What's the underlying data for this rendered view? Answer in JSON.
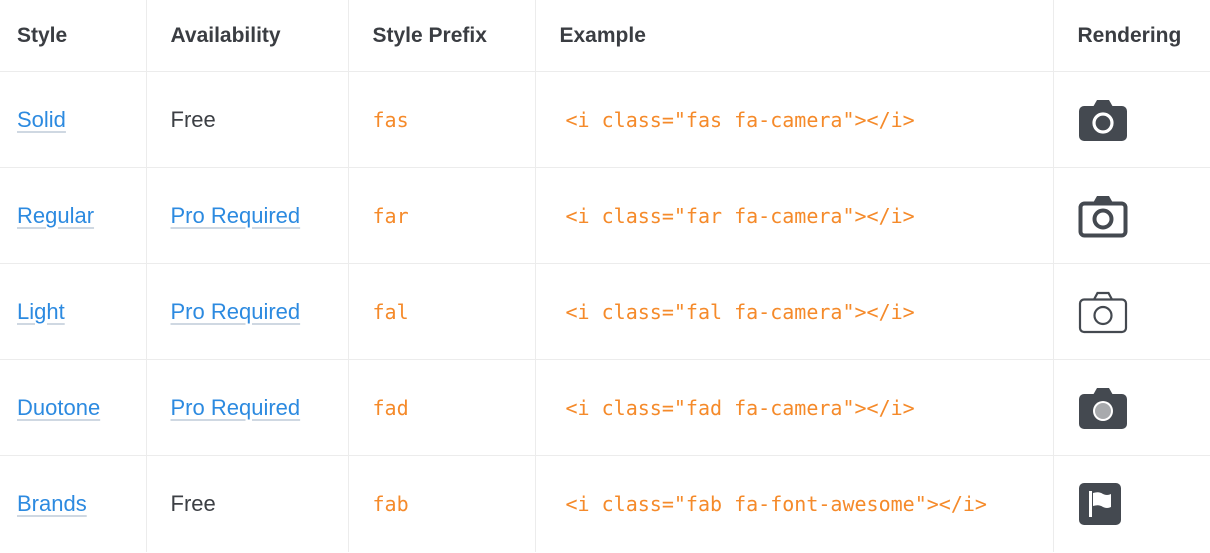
{
  "headers": [
    "Style",
    "Availability",
    "Style Prefix",
    "Example",
    "Rendering"
  ],
  "rows": [
    {
      "style": "Solid",
      "availability": "Free",
      "prefix": "fas",
      "example": "<i class=\"fas fa-camera\"></i>",
      "icon": "camera-solid-icon"
    },
    {
      "style": "Regular",
      "availability": "Pro Required",
      "prefix": "far",
      "example": "<i class=\"far fa-camera\"></i>",
      "icon": "camera-regular-icon"
    },
    {
      "style": "Light",
      "availability": "Pro Required",
      "prefix": "fal",
      "example": "<i class=\"fal fa-camera\"></i>",
      "icon": "camera-light-icon"
    },
    {
      "style": "Duotone",
      "availability": "Pro Required",
      "prefix": "fad",
      "example": "<i class=\"fad fa-camera\"></i>",
      "icon": "camera-duotone-icon"
    },
    {
      "style": "Brands",
      "availability": "Free",
      "prefix": "fab",
      "example": "<i class=\"fab fa-font-awesome\"></i>",
      "icon": "font-awesome-flag-icon"
    }
  ],
  "colors": {
    "link": "#2c8ae0",
    "code": "#f58a2a",
    "icon": "#444950",
    "header_text": "#3a3d42"
  }
}
